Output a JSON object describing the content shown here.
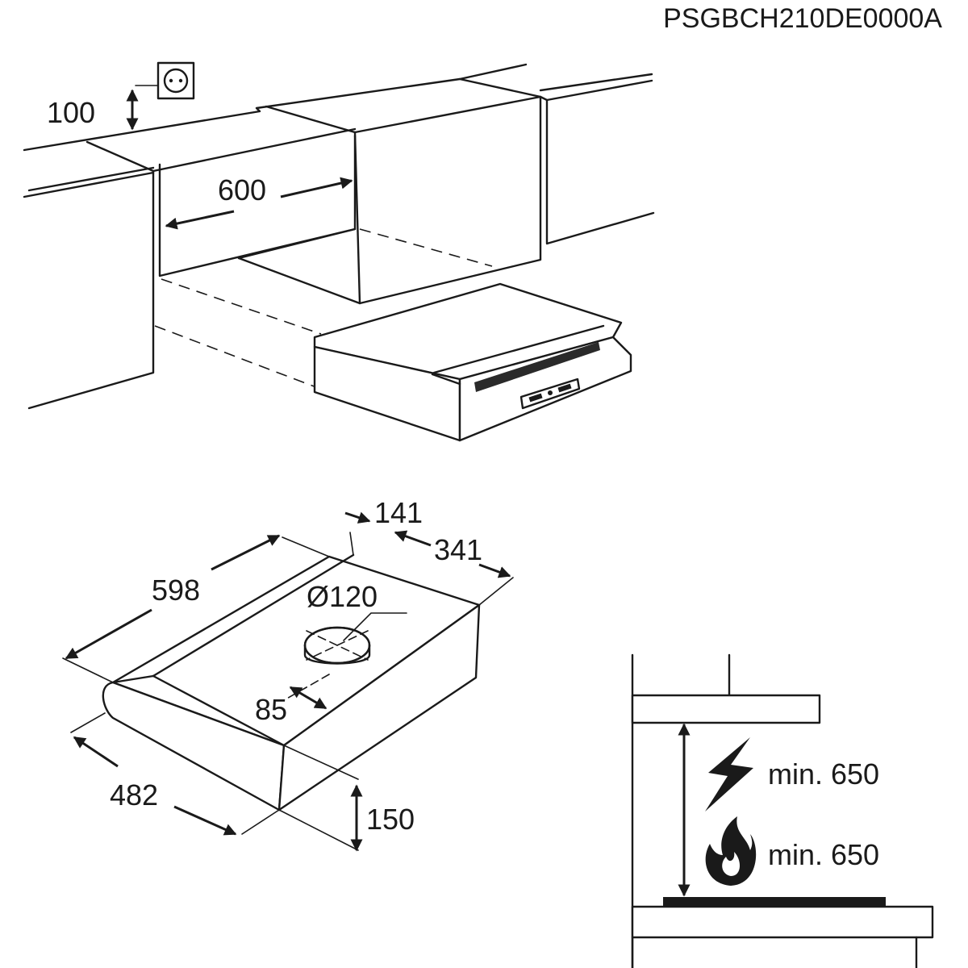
{
  "doc_code": "PSGBCH210DE0000A",
  "install": {
    "socket_height": "100",
    "cabinet_width": "600"
  },
  "dimensions": {
    "depth_small": "141",
    "depth": "341",
    "width": "598",
    "duct_diameter": "Ø120",
    "duct_offset": "85",
    "inner_width": "482",
    "height": "150"
  },
  "clearance": {
    "electric_label": "min. 650",
    "gas_label": "min. 650",
    "electric_icon": "lightning-icon",
    "gas_icon": "flame-icon"
  }
}
